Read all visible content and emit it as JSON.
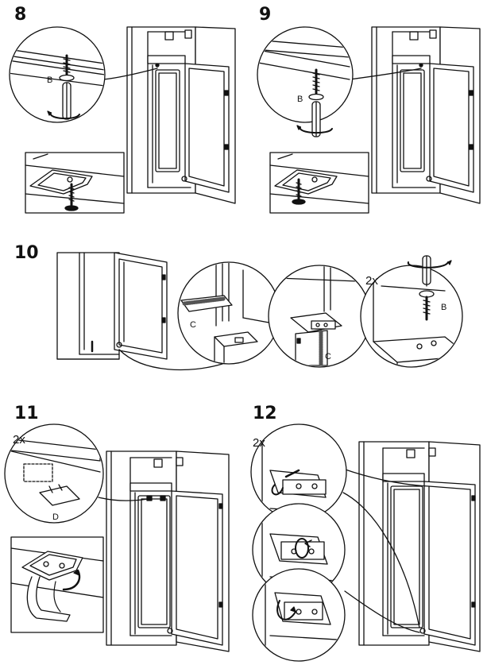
{
  "steps": [
    {
      "number": "8"
    },
    {
      "number": "9"
    },
    {
      "number": "10"
    },
    {
      "number": "11"
    },
    {
      "number": "12"
    }
  ],
  "labels": {
    "screw_b": "B",
    "cover_c": "C",
    "cover_d": "D",
    "qty_2x": "2x"
  },
  "colors": {
    "line": "#111111",
    "fill": "#ffffff",
    "shade": "#9a9a9a"
  }
}
